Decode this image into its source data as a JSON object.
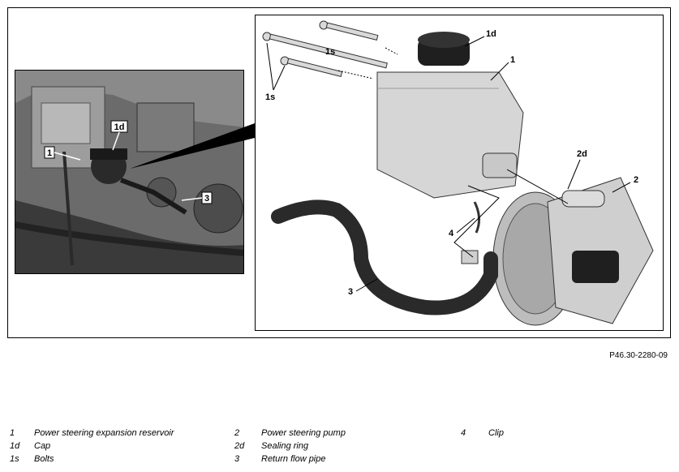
{
  "photo_callouts": [
    "1",
    "1d",
    "3"
  ],
  "diagram_callouts": [
    "1d",
    "1",
    "1s",
    "1s",
    "2d",
    "2",
    "4",
    "3"
  ],
  "figure_ref": "P46.30-2280-09",
  "legend": [
    {
      "num": "1",
      "text": "Power steering expansion reservoir"
    },
    {
      "num": "1d",
      "text": "Cap"
    },
    {
      "num": "1s",
      "text": "Bolts"
    },
    {
      "num": "2",
      "text": "Power steering pump"
    },
    {
      "num": "2d",
      "text": "Sealing ring"
    },
    {
      "num": "3",
      "text": "Return flow pipe"
    },
    {
      "num": "4",
      "text": "Clip"
    }
  ]
}
